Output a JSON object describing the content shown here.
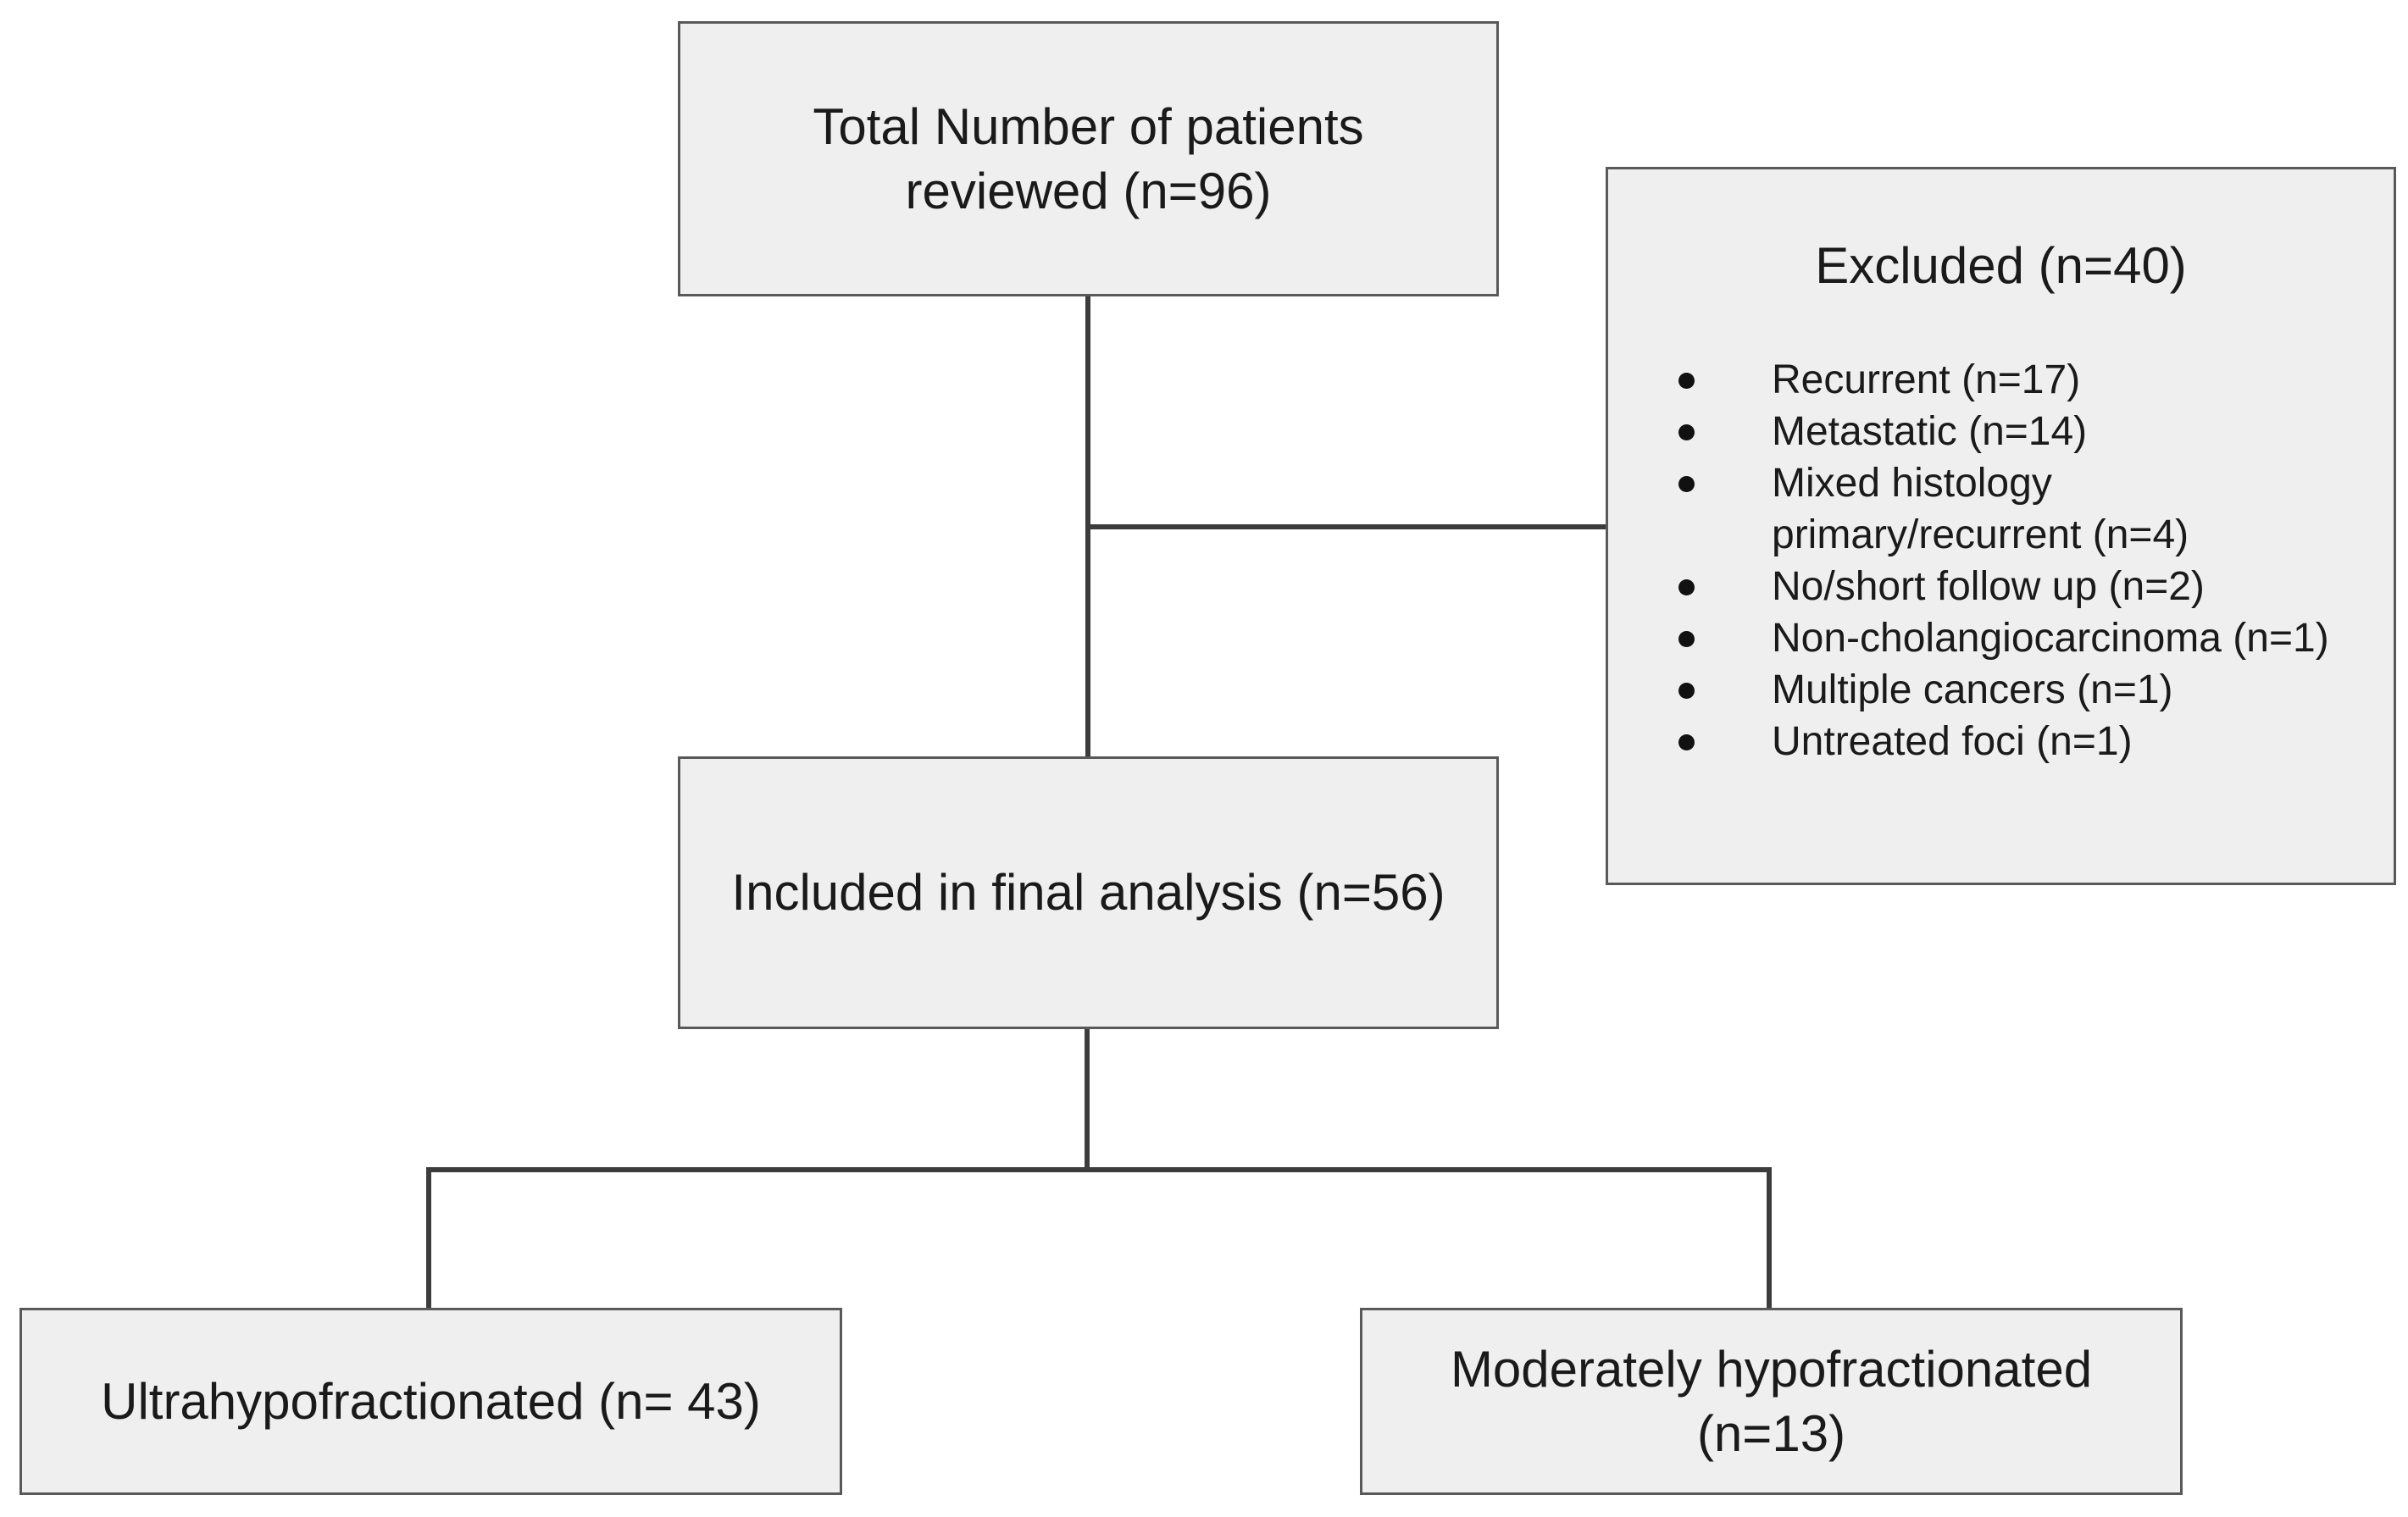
{
  "boxes": {
    "total": {
      "label": "Total Number of patients reviewed (n=96)"
    },
    "excluded": {
      "title": "Excluded (n=40)",
      "items": [
        {
          "line1": "Recurrent (n=17)",
          "line2": ""
        },
        {
          "line1": "Metastatic (n=14)",
          "line2": ""
        },
        {
          "line1": "Mixed histology",
          "line2": "primary/recurrent (n=4)"
        },
        {
          "line1": "No/short follow up (n=2)",
          "line2": ""
        },
        {
          "line1": "Non-cholangiocarcinoma (n=1)",
          "line2": ""
        },
        {
          "line1": "Multiple cancers (n=1)",
          "line2": ""
        },
        {
          "line1": "Untreated foci (n=1)",
          "line2": ""
        }
      ]
    },
    "included": {
      "label": "Included in final analysis (n=56)"
    },
    "ultra": {
      "label": "Ultrahypofractionated (n= 43)"
    },
    "moderate": {
      "label": "Moderately hypofractionated (n=13)"
    }
  },
  "colors": {
    "box_fill": "#efefef",
    "box_border": "#595959",
    "connector": "#3c3c3c",
    "text": "#1a1a1a"
  }
}
